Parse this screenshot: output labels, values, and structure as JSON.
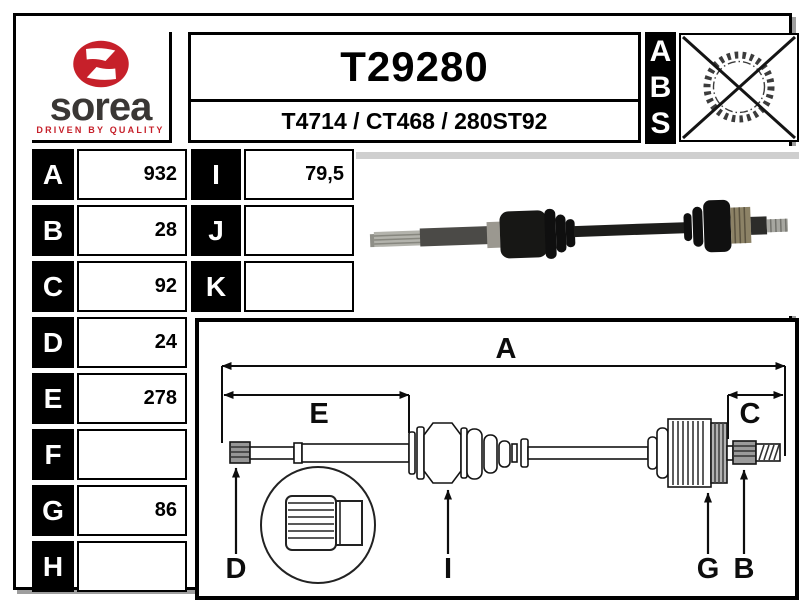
{
  "logo": {
    "brand": "sorea",
    "tagline": "DRIVEN BY QUALITY",
    "brand_red": "#c6202a",
    "brand_dark": "#3a3735"
  },
  "header": {
    "part_number": "T29280",
    "reference_line": "T4714 / CT468 / 280ST92"
  },
  "abs_indicator": {
    "letters": [
      "A",
      "B",
      "S"
    ],
    "abs_ring_crossed_out": true
  },
  "dimensions_table": {
    "rows": [
      {
        "label": "A",
        "value": "932"
      },
      {
        "label": "B",
        "value": "28"
      },
      {
        "label": "C",
        "value": "92"
      },
      {
        "label": "D",
        "value": "24"
      },
      {
        "label": "E",
        "value": "278"
      },
      {
        "label": "F",
        "value": ""
      },
      {
        "label": "G",
        "value": "86"
      },
      {
        "label": "H",
        "value": ""
      }
    ]
  },
  "secondary_table": {
    "rows": [
      {
        "label": "I",
        "value": "79,5"
      },
      {
        "label": "J",
        "value": ""
      },
      {
        "label": "K",
        "value": ""
      }
    ]
  },
  "diagram": {
    "labels": {
      "overall_length": "A",
      "left_length": "E",
      "right_length": "C",
      "left_spline": "D",
      "center_joint": "I",
      "right_joint": "G",
      "right_spline": "B"
    }
  }
}
